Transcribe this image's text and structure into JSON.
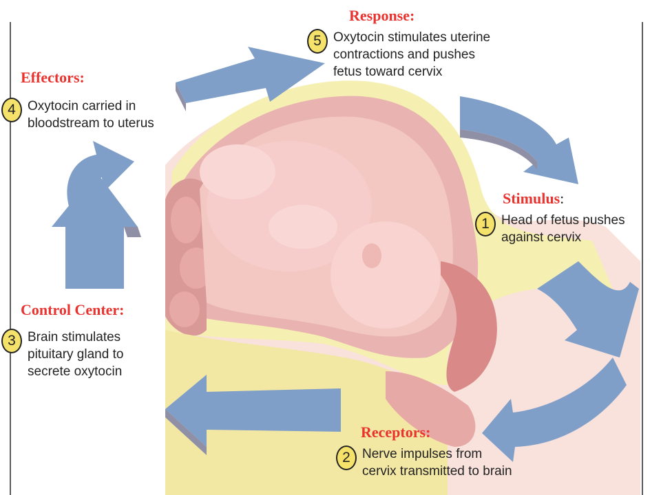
{
  "stages": [
    {
      "id": "stimulus",
      "heading": "Stimulus",
      "number": "1",
      "lines": [
        "Head of fetus pushes",
        "against cervix"
      ]
    },
    {
      "id": "receptors",
      "heading": "Receptors:",
      "number": "2",
      "lines": [
        "Nerve impulses from",
        "cervix transmitted to brain"
      ]
    },
    {
      "id": "control-center",
      "heading": "Control Center:",
      "number": "3",
      "lines": [
        "Brain stimulates",
        "pituitary gland to",
        "secrete oxytocin"
      ]
    },
    {
      "id": "effectors",
      "heading": "Effectors:",
      "number": "4",
      "lines": [
        "Oxytocin carried in",
        "bloodstream to uterus"
      ]
    },
    {
      "id": "response",
      "heading": "Response:",
      "number": "5",
      "lines": [
        "Oxytocin stimulates uterine",
        "contractions and pushes",
        "fetus toward cervix"
      ]
    }
  ],
  "stimulus_colon": ":",
  "colors": {
    "heading": "#e8332f",
    "number_badge": "#f5e26a",
    "arrow": "#7f9fc9",
    "arrow_edge": "#8f8fa6",
    "uterus": "#e8b3b1",
    "fetus": "#f6c8c6",
    "skin_layer": "#f6efb2"
  }
}
